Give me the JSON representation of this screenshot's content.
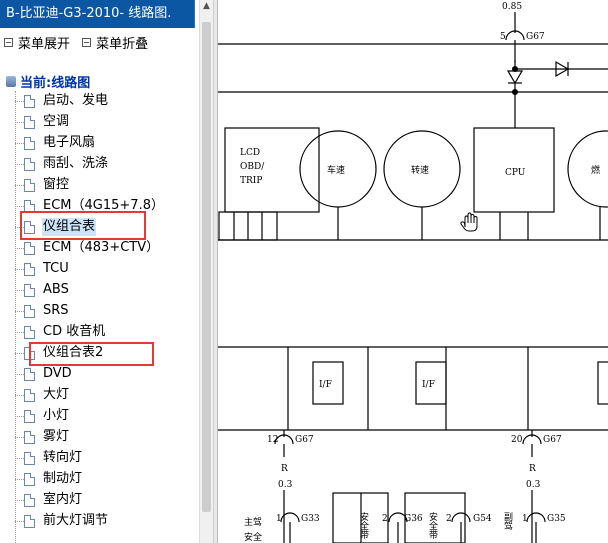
{
  "window": {
    "title": "B-比亚迪-G3-2010- 线路图."
  },
  "menu": {
    "expand_label": "菜单展开",
    "collapse_label": "菜单折叠"
  },
  "tree": {
    "root_label": "当前:线路图",
    "items": [
      {
        "label": "启动、发电"
      },
      {
        "label": "空调"
      },
      {
        "label": "电子风扇"
      },
      {
        "label": "雨刮、洗涤"
      },
      {
        "label": "窗控"
      },
      {
        "label": "ECM（4G15+7.8）"
      },
      {
        "label": "仪组合表",
        "selected": true,
        "highlighted": true
      },
      {
        "label": "ECM（483+CTV）"
      },
      {
        "label": "TCU"
      },
      {
        "label": "ABS"
      },
      {
        "label": "SRS"
      },
      {
        "label": "CD 收音机"
      },
      {
        "label": "仪组合表2",
        "highlighted": true
      },
      {
        "label": "DVD"
      },
      {
        "label": "大灯"
      },
      {
        "label": "小灯"
      },
      {
        "label": "雾灯"
      },
      {
        "label": "转向灯"
      },
      {
        "label": "制动灯"
      },
      {
        "label": "室内灯"
      },
      {
        "label": "前大灯调节"
      }
    ]
  },
  "diagram": {
    "top_wire_spec": "0.85",
    "top_connector": "5",
    "top_connector_id": "G67",
    "lcd_lines": [
      "LCD",
      "OBD/",
      "TRIP"
    ],
    "gauge_speed": "车速",
    "gauge_tach": "转速",
    "cpu_label": "CPU",
    "gauge_fuel": "燃",
    "if_label": "I/F",
    "left_pin": "12",
    "left_connector_id": "G67",
    "right_pin": "20",
    "right_connector_id": "G67",
    "wire_color": "R",
    "wire_size": "0.3",
    "g33_pin": "1",
    "g33_label": "G33",
    "g36_pin": "2",
    "g36_label": "G36",
    "g54_pin": "2",
    "g54_label": "G54",
    "g35_pin": "1",
    "g35_label": "G35",
    "seat_label_1": "主驾",
    "seat_label_2": "安全",
    "safety_belt_1": "安全带",
    "safety_belt_2": "安全带",
    "seat_label_right": "副驾"
  }
}
